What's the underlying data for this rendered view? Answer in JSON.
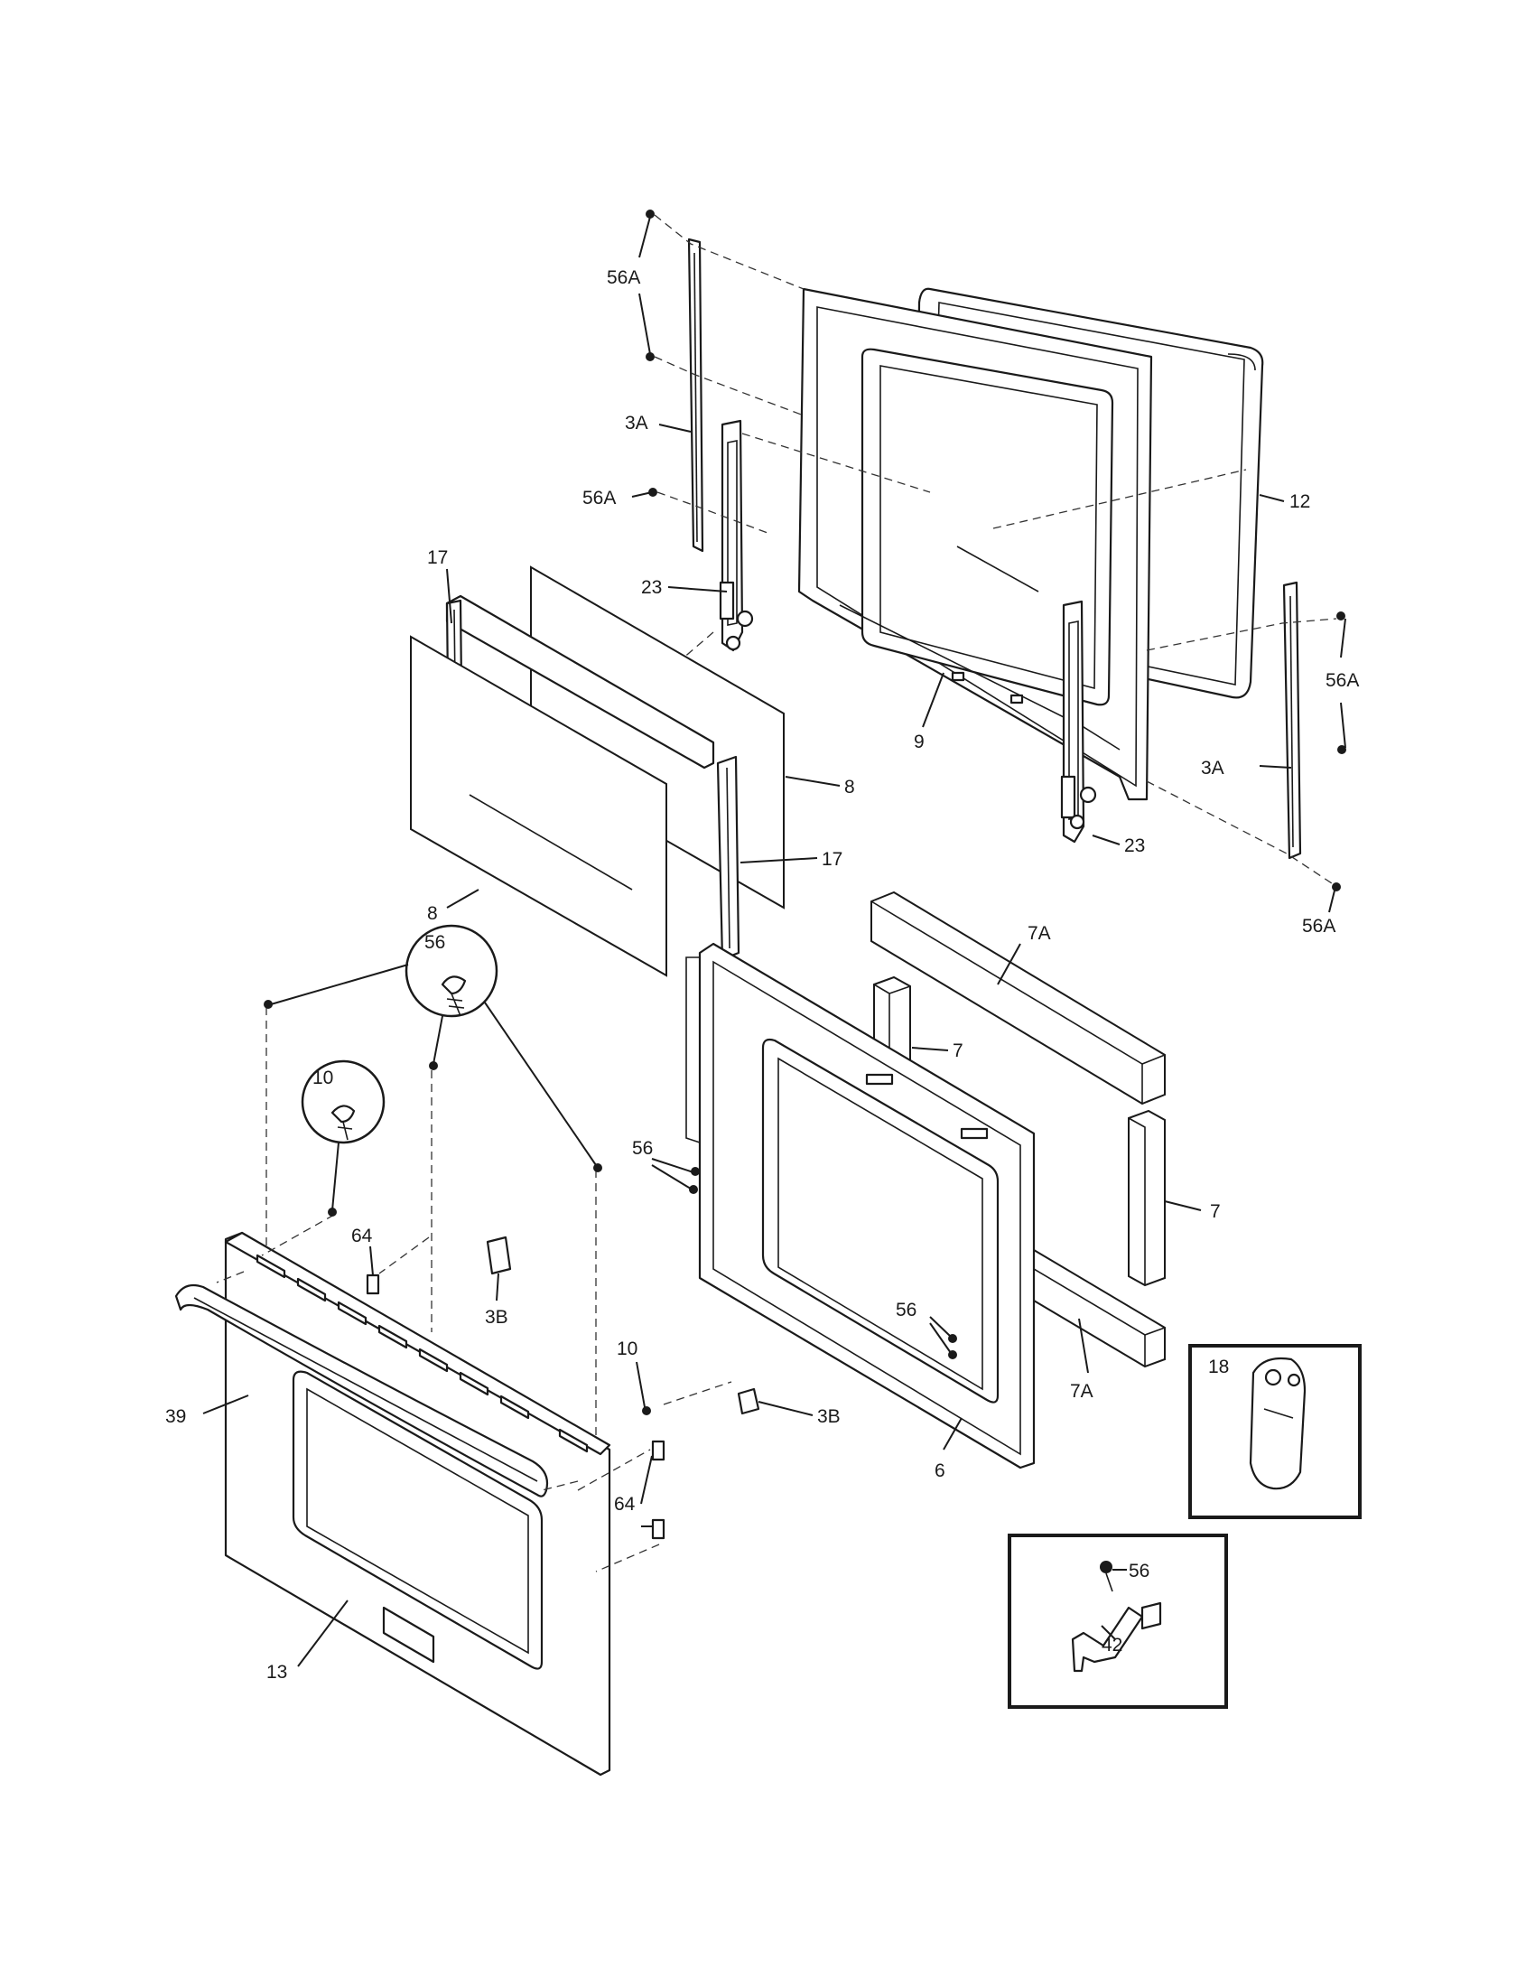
{
  "diagram": {
    "part_labels": {
      "p56A_top": "56A",
      "p3A_left": "3A",
      "p56A_mid": "56A",
      "p12": "12",
      "p17_top": "17",
      "p23_upper": "23",
      "p56A_right": "56A",
      "p3A_right": "3A",
      "p9": "9",
      "p8_right": "8",
      "p17_right": "17",
      "p23_lower": "23",
      "p8_left": "8",
      "p56A_bottom": "56A",
      "p7A_top": "7A",
      "p56_circle": "56",
      "p7_upper": "7",
      "p10_circle": "10",
      "p56_left": "56",
      "p7_right": "7",
      "p64_upper": "64",
      "p56_mid": "56",
      "p3B_left": "3B",
      "p10_right": "10",
      "p7A_bottom": "7A",
      "p18": "18",
      "p39": "39",
      "p3B_right": "3B",
      "p6": "6",
      "p64_lower": "64",
      "p56_box": "56",
      "p42": "42",
      "p13": "13"
    }
  }
}
